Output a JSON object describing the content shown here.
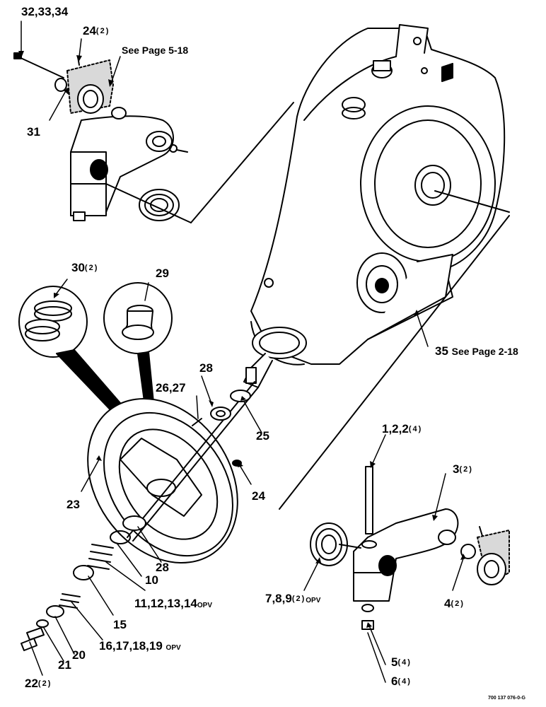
{
  "callouts": {
    "c32": {
      "num": "32,33,34"
    },
    "c24a": {
      "num": "24",
      "qty": "(2)"
    },
    "see518": {
      "text": "See Page 5-18"
    },
    "c31": {
      "num": "31"
    },
    "c30": {
      "num": "30",
      "qty": "(2)"
    },
    "c29": {
      "num": "29"
    },
    "c28a": {
      "num": "28"
    },
    "c2627": {
      "num": "26,27"
    },
    "c25": {
      "num": "25"
    },
    "c23": {
      "num": "23"
    },
    "c24b": {
      "num": "24"
    },
    "c28b": {
      "num": "28"
    },
    "c10": {
      "num": "10"
    },
    "c11": {
      "num": "11,12,13,14",
      "suffix": "OPV"
    },
    "c15": {
      "num": "15"
    },
    "c16": {
      "num": "16,17,18,19",
      "suffix": "OPV"
    },
    "c20": {
      "num": "20"
    },
    "c21": {
      "num": "21"
    },
    "c22": {
      "num": "22",
      "qty": "(2)"
    },
    "c35": {
      "num": "35",
      "text": "See Page 2-18"
    },
    "c1": {
      "num": "1,2,2",
      "qty": "(4)"
    },
    "c3": {
      "num": "3",
      "qty": "(2)"
    },
    "c4": {
      "num": "4",
      "qty": "(2)"
    },
    "c789": {
      "num": "7,8,9",
      "qty": "(2)",
      "suffix": "OPV"
    },
    "c5": {
      "num": "5",
      "qty": "(4)"
    },
    "c6": {
      "num": "6",
      "qty": "(4)"
    }
  },
  "drawing_number": "700 137 076-0-G",
  "colors": {
    "ink": "#000000",
    "paper": "#ffffff",
    "shade": "#d9d9d9"
  }
}
